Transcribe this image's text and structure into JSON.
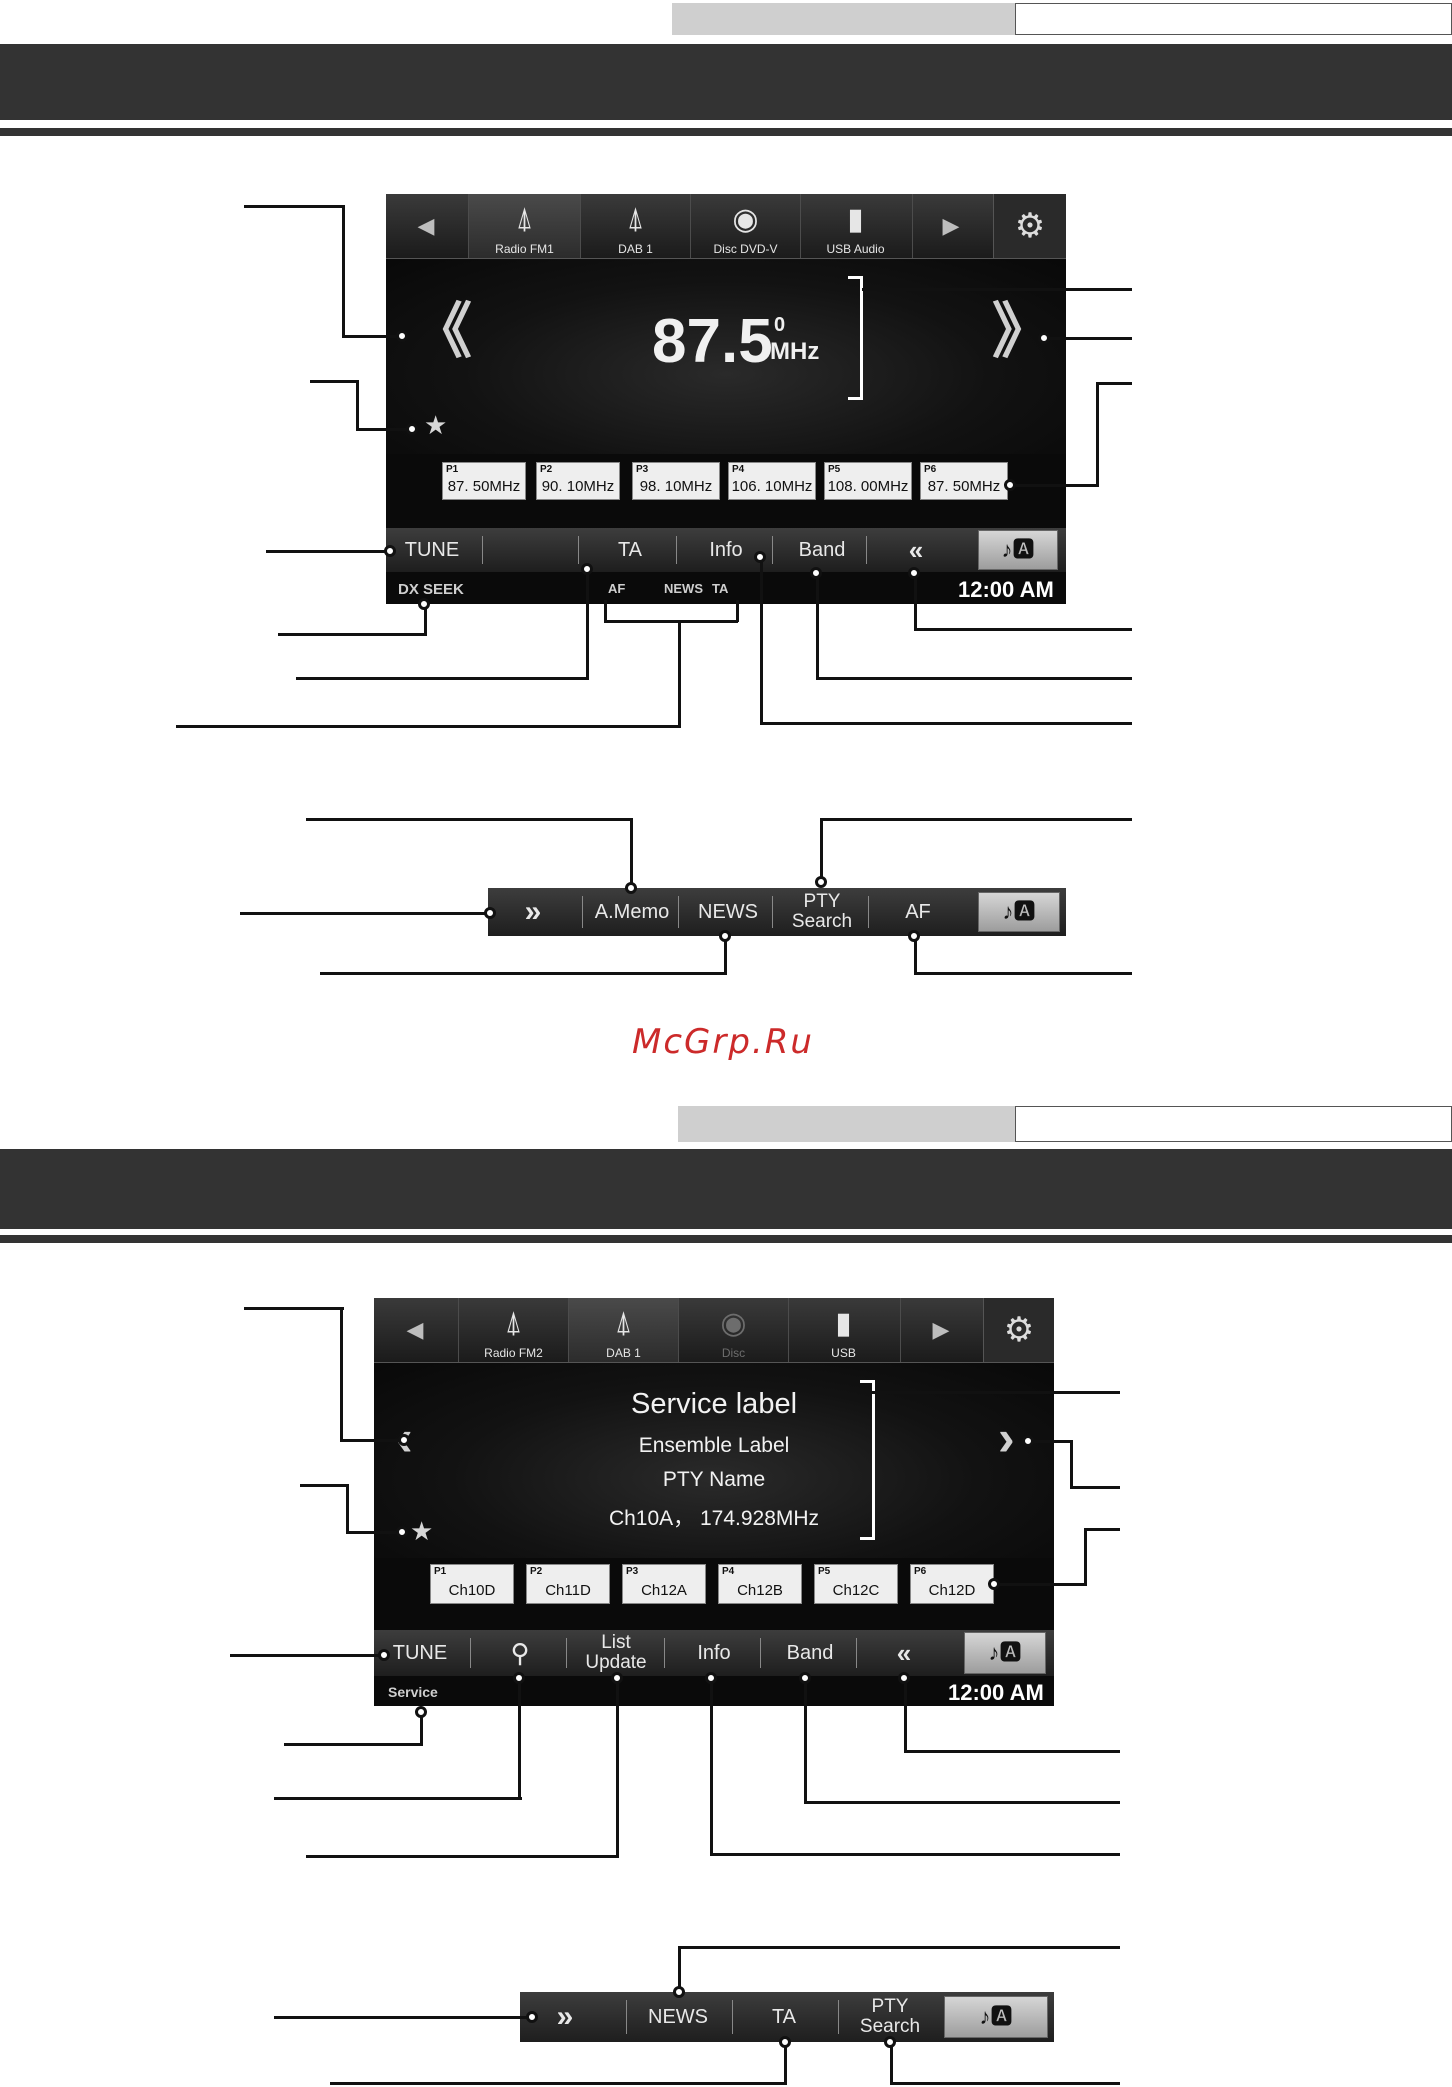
{
  "section1": {
    "top_source_bar": {
      "sources": [
        {
          "label": "Radio FM1",
          "icon": "antenna-icon",
          "selected": true
        },
        {
          "label": "DAB 1",
          "icon": "dab-antenna-icon",
          "selected": false
        },
        {
          "label": "Disc DVD-V",
          "icon": "disc-icon",
          "selected": false
        },
        {
          "label": "USB Audio",
          "icon": "usb-icon",
          "selected": false
        }
      ]
    },
    "frequency": {
      "value": "87.5",
      "sub": "0",
      "unit": "MHz"
    },
    "presets": [
      {
        "num": "P1",
        "value": "87. 50MHz"
      },
      {
        "num": "P2",
        "value": "90. 10MHz"
      },
      {
        "num": "P3",
        "value": "98. 10MHz"
      },
      {
        "num": "P4",
        "value": "106. 10MHz"
      },
      {
        "num": "P5",
        "value": "108. 00MHz"
      },
      {
        "num": "P6",
        "value": "87. 50MHz"
      }
    ],
    "bottom_bar": {
      "tune": "TUNE",
      "ta": "TA",
      "info": "Info",
      "band": "Band"
    },
    "status": {
      "mode": "DX SEEK",
      "af": "AF",
      "news": "NEWS",
      "ta": "TA",
      "clock": "12:00 AM"
    },
    "second_bar": {
      "amemo": "A.Memo",
      "news": "NEWS",
      "pty1": "PTY",
      "pty2": "Search",
      "af": "AF"
    }
  },
  "watermark": "McGrp.Ru",
  "section2": {
    "top_source_bar": {
      "sources": [
        {
          "label": "Radio FM2",
          "icon": "antenna-icon",
          "selected": false
        },
        {
          "label": "DAB 1",
          "icon": "dab-antenna-icon",
          "selected": true
        },
        {
          "label": "Disc",
          "icon": "disc-icon",
          "selected": false
        },
        {
          "label": "USB",
          "icon": "usb-icon",
          "selected": false
        }
      ]
    },
    "info": {
      "service": "Service label",
      "ensemble": "Ensemble Label",
      "pty": "PTY Name",
      "channel": "Ch10A， 174.928MHz"
    },
    "presets": [
      {
        "num": "P1",
        "value": "Ch10D"
      },
      {
        "num": "P2",
        "value": "Ch11D"
      },
      {
        "num": "P3",
        "value": "Ch12A"
      },
      {
        "num": "P4",
        "value": "Ch12B"
      },
      {
        "num": "P5",
        "value": "Ch12C"
      },
      {
        "num": "P6",
        "value": "Ch12D"
      }
    ],
    "bottom_bar": {
      "tune": "TUNE",
      "list1": "List",
      "list2": "Update",
      "info": "Info",
      "band": "Band"
    },
    "status": {
      "mode": "Service",
      "clock": "12:00 AM"
    },
    "second_bar": {
      "news": "NEWS",
      "ta": "TA",
      "pty1": "PTY",
      "pty2": "Search"
    }
  }
}
